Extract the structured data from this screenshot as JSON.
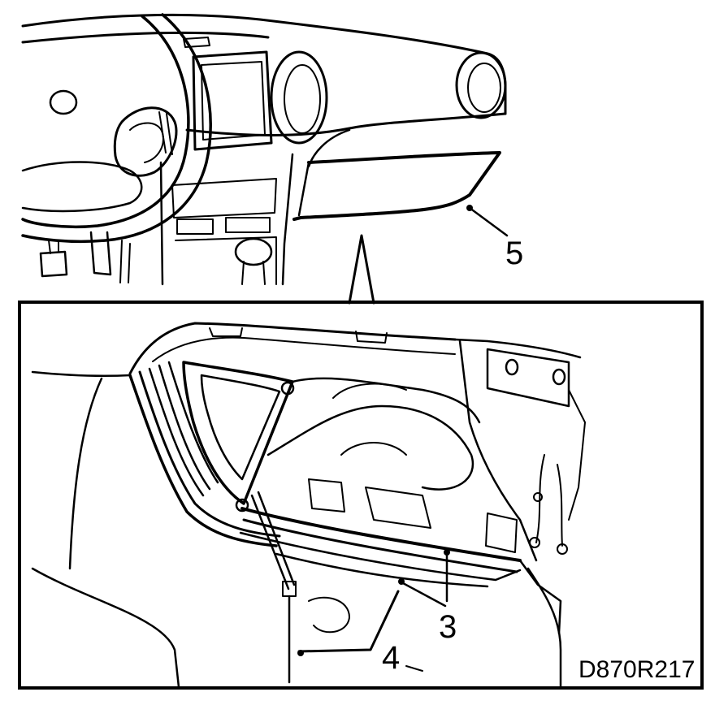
{
  "callouts": {
    "glovebox": "5",
    "hinge_rail": "3",
    "strap": "4"
  },
  "reference_code": "D870R217",
  "icons": [
    "dashboard-illustration",
    "glovebox-detail-illustration"
  ]
}
